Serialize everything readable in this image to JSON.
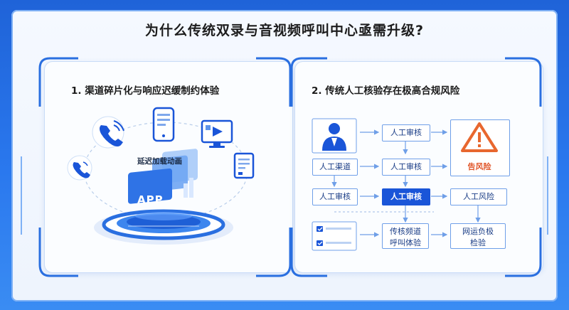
{
  "title": "为什么传统双录与音视频呼叫中心亟需升级?",
  "left_panel": {
    "heading": "1. 渠道碎片化与响应迟缓制约体验",
    "center_label": "延迟加载动画",
    "app_label": "APP"
  },
  "right_panel": {
    "heading": "2. 传统人工核验存在极高合规风险",
    "boxes": {
      "r1c2": "人工审核",
      "r2c1": "人工渠道",
      "r2c2": "人工审核",
      "r2c3": "告风险",
      "r3c1": "人工审核",
      "r3c2": "人工审核",
      "r3c3": "人工风险",
      "r4c2_line1": "传核频道",
      "r4c2_line2": "呼叫体验",
      "r4c3_line1": "网运负极",
      "r4c3_line2": "检验"
    }
  },
  "colors": {
    "accent_blue": "#1a55d8",
    "light_blue": "#6f9fe8",
    "warning_orange": "#e8672e"
  }
}
